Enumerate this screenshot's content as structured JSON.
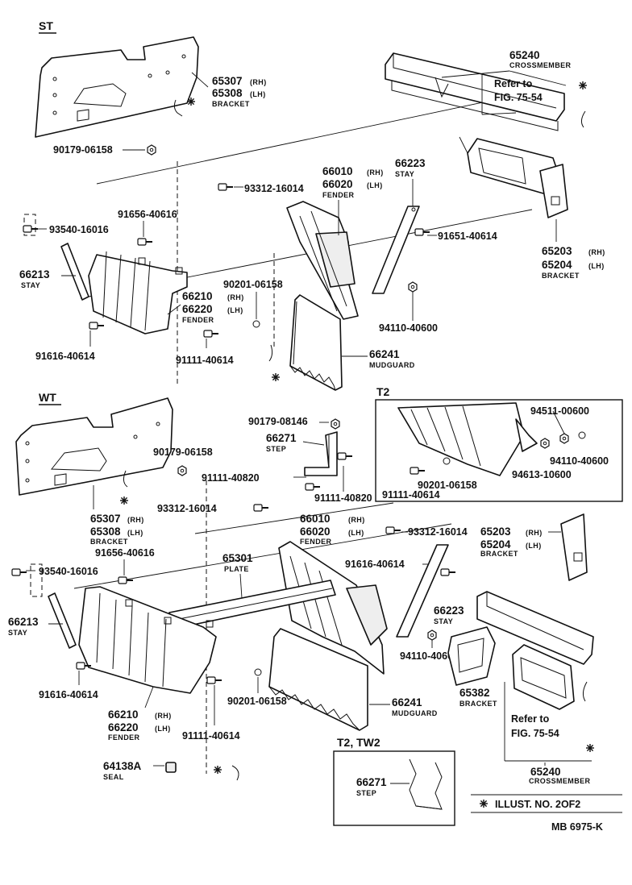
{
  "sections": {
    "st": "ST",
    "wt": "WT",
    "t2": "T2",
    "t2_tw2": "T2, TW2"
  },
  "st": {
    "bracket_65307": "65307",
    "bracket_65307_suffix": "(RH)",
    "bracket_65308": "65308",
    "bracket_65308_suffix": "(LH)",
    "bracket_caption": "BRACKET",
    "nut_90179": "90179-06158",
    "crossmember_num": "65240",
    "crossmember_caption": "CROSSMEMBER",
    "refer_line1": "Refer to",
    "refer_line2": "FIG. 75-54",
    "fender_66010": "66010",
    "fender_66010_suffix": "(RH)",
    "fender_66020": "66020",
    "fender_66020_suffix": "(LH)",
    "fender_caption": "FENDER",
    "stay_66223": "66223",
    "stay_caption": "STAY",
    "bolt_93312": "93312-16014",
    "bolt_91651": "91651-40614",
    "bracket_65203": "65203",
    "bracket_65203_suffix": "(RH)",
    "bracket_65204": "65204",
    "bracket_65204_suffix": "(LH)",
    "bracket2_caption": "BRACKET",
    "bolt_93540": "93540-16016",
    "bolt_91656": "91656-40616",
    "stay_66213": "66213",
    "stay2_caption": "STAY",
    "fender_66210": "66210",
    "fender_66210_suffix": "(RH)",
    "fender_66220": "66220",
    "fender_66220_suffix": "(LH)",
    "fender2_caption": "FENDER",
    "washer_90201": "90201-06158",
    "nut_94110": "94110-40600",
    "bolt_91616": "91616-40614",
    "bolt_91111": "91111-40614",
    "mudguard_66241": "66241",
    "mudguard_caption": "MUDGUARD"
  },
  "t2": {
    "nut_94511": "94511-00600",
    "nut_94110": "94110-40600",
    "washer_94613": "94613-10600",
    "washer_90201": "90201-06158",
    "bolt_91111": "91111-40614"
  },
  "wt": {
    "nut_90179_08146": "90179-08146",
    "step_66271": "66271",
    "step_caption": "STEP",
    "nut_90179_06158": "90179-06158",
    "bolt_91111_40820_a": "91111-40820",
    "bolt_91111_40820_b": "91111-40820",
    "bolt_93312_a": "93312-16014",
    "bracket_65307": "65307",
    "bracket_65307_suffix": "(RH)",
    "bracket_65308": "65308",
    "bracket_65308_suffix": "(LH)",
    "bracket_caption": "BRACKET",
    "fender_66010": "66010",
    "fender_66010_suffix": "(RH)",
    "fender_66020": "66020",
    "fender_66020_suffix": "(LH)",
    "fender_caption": "FENDER",
    "bolt_93312_b": "93312-16014",
    "bracket_65203": "65203",
    "bracket_65203_suffix": "(RH)",
    "bracket_65204": "65204",
    "bracket_65204_suffix": "(LH)",
    "bracket2_caption": "BRACKET",
    "bolt_93540": "93540-16016",
    "bolt_91656": "91656-40616",
    "plate_65301": "65301",
    "plate_caption": "PLATE",
    "bolt_91616_a": "91616-40614",
    "stay_66213": "66213",
    "stay_caption": "STAY",
    "stay_66223": "66223",
    "stay2_caption": "STAY",
    "nut_94110": "94110-40600",
    "bracket_65382": "65382",
    "bracket3_caption": "BRACKET",
    "bolt_91616_b": "91616-40614",
    "fender_66210": "66210",
    "fender_66210_suffix": "(RH)",
    "fender_66220": "66220",
    "fender_66220_suffix": "(LH)",
    "fender2_caption": "FENDER",
    "bolt_91111_40614": "91111-40614",
    "washer_90201": "90201-06158",
    "mudguard_66241": "66241",
    "mudguard_caption": "MUDGUARD",
    "refer_line1": "Refer to",
    "refer_line2": "FIG. 75-54",
    "crossmember_num": "65240",
    "crossmember_caption": "CROSSMEMBER",
    "seal_64138A": "64138A",
    "seal_caption": "SEAL"
  },
  "t2_tw2_inset": {
    "step_66271": "66271",
    "step_caption": "STEP"
  },
  "footer": {
    "illust_note": "ILLUST. NO. 2OF2",
    "figure_code": "MB 6975-K"
  },
  "icons": {
    "reference_mark": "asterisk-reference-icon"
  }
}
